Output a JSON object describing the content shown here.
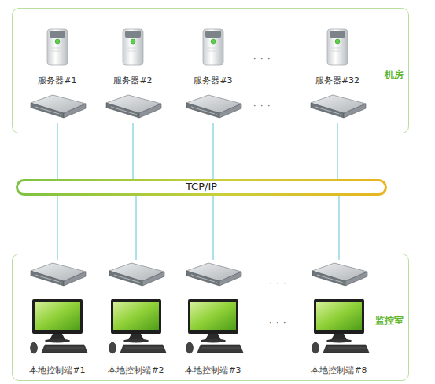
{
  "diagram": {
    "nodes": [
      {
        "text": [
          "机房"
        ]
      },
      {
        "text": [
          "服务器#1"
        ],
        "in": 0
      },
      {
        "text": [
          "服务器#2"
        ],
        "in": 0
      },
      {
        "text": [
          "服务器#3"
        ],
        "in": 0
      },
      {
        "text": [
          "服务器#32"
        ],
        "in": 0
      },
      {
        "text": [
          "TCP/IP"
        ]
      },
      {
        "text": [
          "监控室"
        ]
      },
      {
        "text": [
          "本地控制端#1"
        ],
        "in": 6
      },
      {
        "text": [
          "本地控制端#2"
        ],
        "in": 6
      },
      {
        "text": [
          "本地控制端#3"
        ],
        "in": 6
      },
      {
        "text": [
          "本地控制端#8"
        ],
        "in": 6
      }
    ],
    "edges": [
      {
        "from": 1,
        "to": 5,
        "arrow": "none"
      },
      {
        "from": 2,
        "to": 5,
        "arrow": "none"
      },
      {
        "from": 3,
        "to": 5,
        "arrow": "none"
      },
      {
        "from": 4,
        "to": 5,
        "arrow": "none"
      },
      {
        "from": 5,
        "to": 7,
        "arrow": "none"
      },
      {
        "from": 5,
        "to": 8,
        "arrow": "none"
      },
      {
        "from": 5,
        "to": 9,
        "arrow": "none"
      },
      {
        "from": 5,
        "to": 10,
        "arrow": "none"
      }
    ],
    "labels": [
      "· · ·",
      "· · ·",
      "· · ·",
      "· · ·"
    ]
  }
}
